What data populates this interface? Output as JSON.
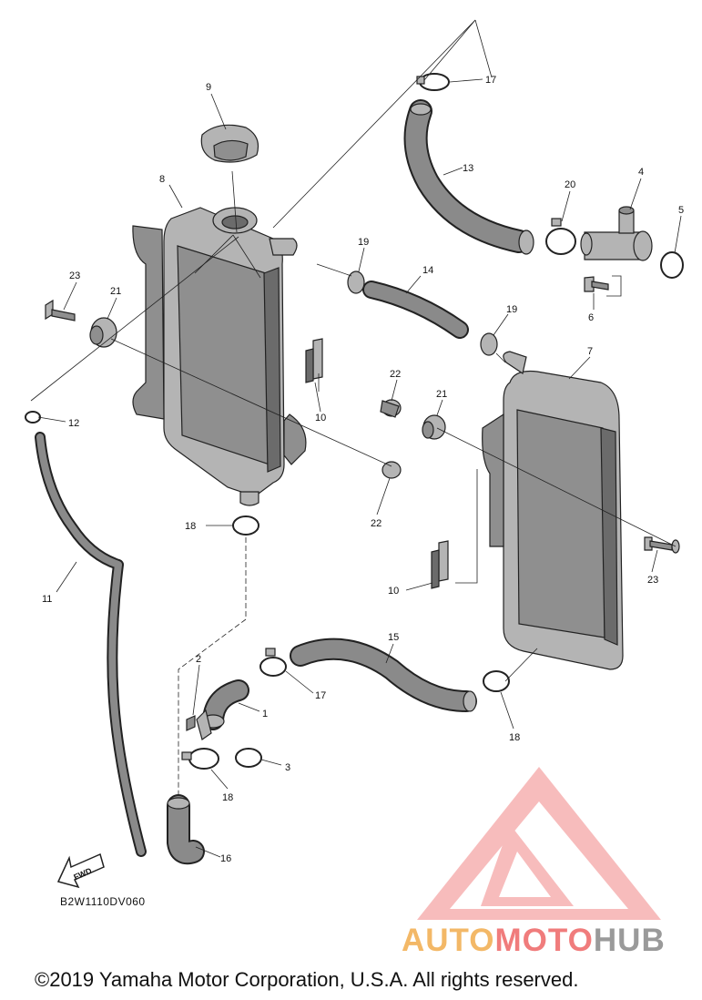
{
  "diagram_code": "B2W1110DV060",
  "fwd_arrow_label": "FWD",
  "copyright": "©2019 Yamaha Motor Corporation, U.S.A. All rights reserved.",
  "watermark": {
    "part1": "AUTO",
    "part2": "MOTO",
    "part3": "HUB",
    "colors": [
      "#f3b867",
      "#f07c7c",
      "#9a9a9a"
    ]
  },
  "callouts": [
    "17",
    "13",
    "9",
    "8",
    "20",
    "4",
    "5",
    "19",
    "14",
    "23",
    "21",
    "6",
    "19",
    "7",
    "22",
    "21",
    "10",
    "12",
    "22",
    "18",
    "11",
    "23",
    "10",
    "15",
    "2",
    "1",
    "17",
    "18",
    "3",
    "18",
    "16"
  ]
}
